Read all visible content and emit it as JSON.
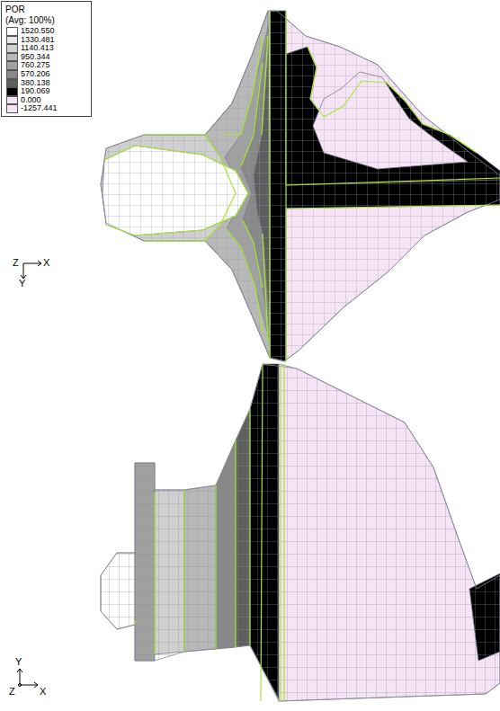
{
  "diagram": {
    "labels": [
      "POR",
      "(Avg: 100%)",
      "Z",
      "X",
      "Y",
      "Y",
      "Z",
      "X"
    ],
    "legend": [
      {
        "text": "1520.550",
        "color": "#ffffff"
      },
      {
        "text": "1330.481",
        "color": "#e6e6e6"
      },
      {
        "text": "1140.413",
        "color": "#d0d0d0"
      },
      {
        "text": "950.344",
        "color": "#b8b8b8"
      },
      {
        "text": "760.275",
        "color": "#a0a0a0"
      },
      {
        "text": "570.206",
        "color": "#888888"
      },
      {
        "text": "380.138",
        "color": "#5e5e5e"
      },
      {
        "text": "190.069",
        "color": "#000000"
      },
      {
        "text": "0.000",
        "color": "#f6e4f6"
      },
      {
        "text": "-1257.441",
        "color": "#f6e4f6"
      }
    ]
  }
}
